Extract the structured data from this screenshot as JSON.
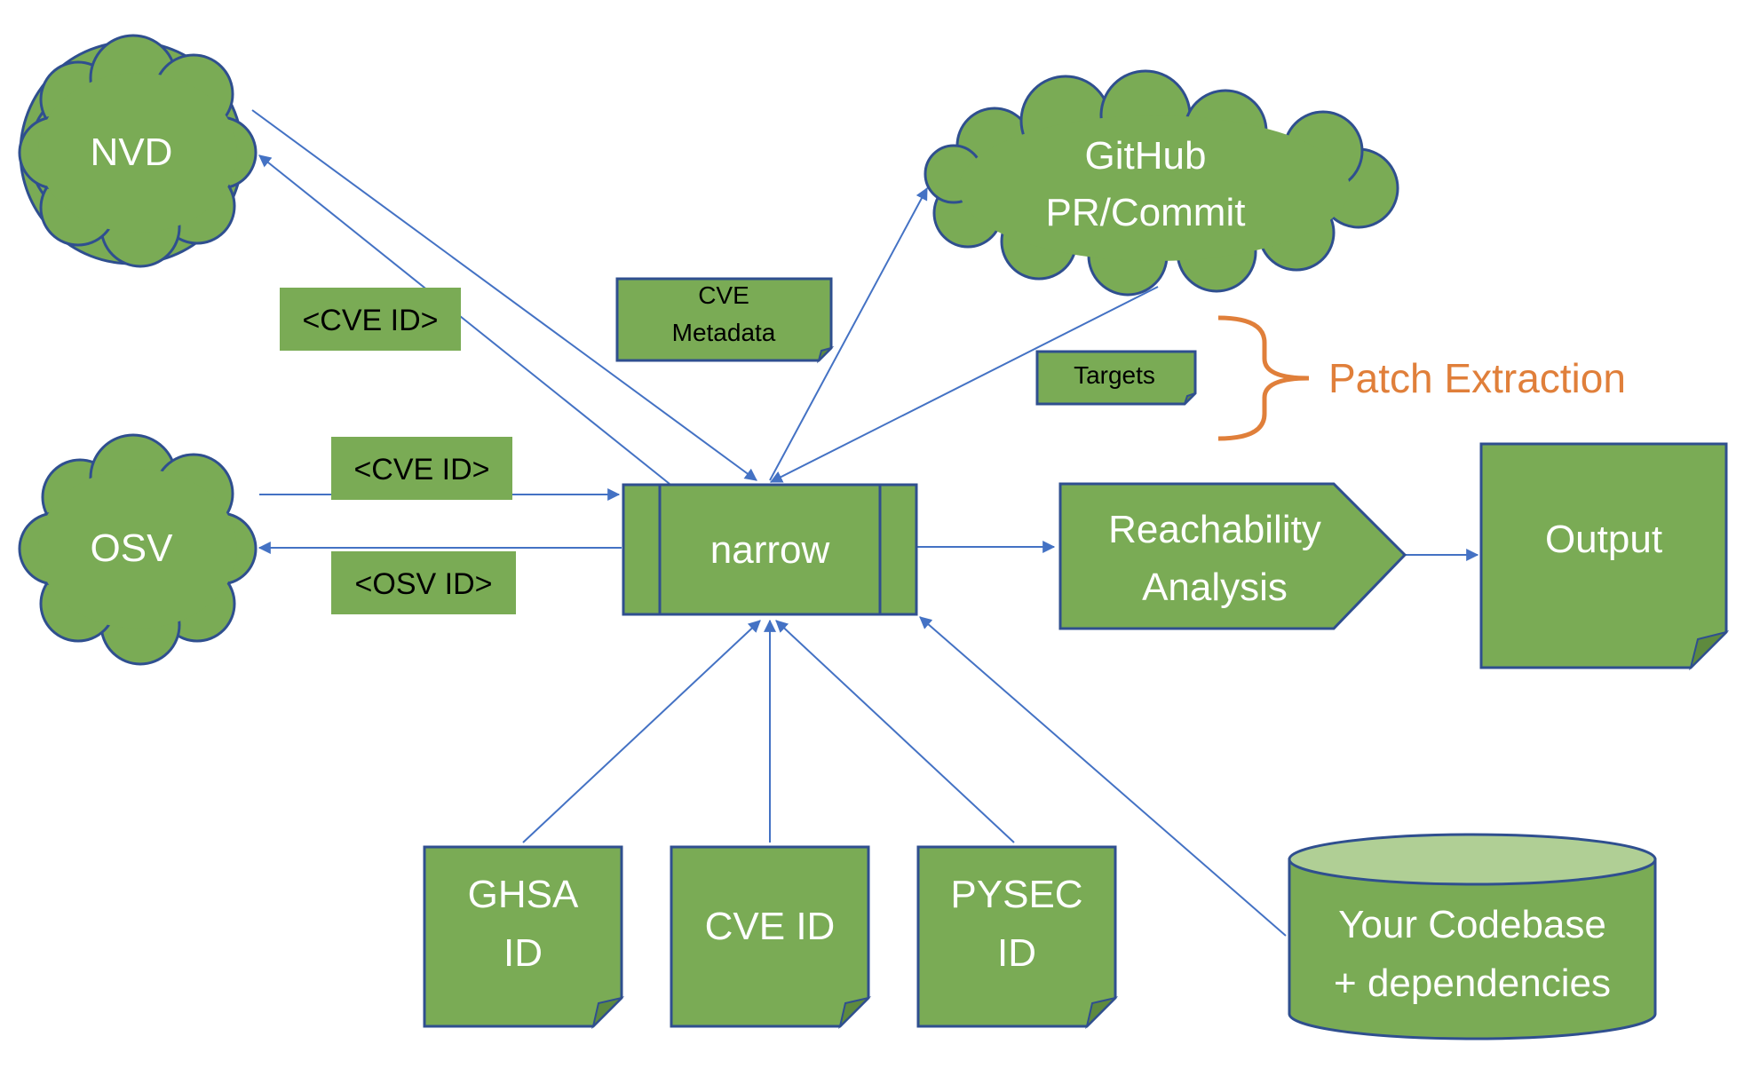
{
  "colors": {
    "fill_green": "#7aab55",
    "cylinder_top": "#b0cf95",
    "stroke_blue": "#2f4f8f",
    "arrow_blue": "#4472c4",
    "accent_orange": "#e07f3a"
  },
  "nodes": {
    "nvd": "NVD",
    "osv": "OSV",
    "github_line1": "GitHub",
    "github_line2": "PR/Commit",
    "narrow": "narrow",
    "reachability_line1": "Reachability",
    "reachability_line2": "Analysis",
    "output": "Output",
    "ghsa_line1": "GHSA",
    "ghsa_line2": "ID",
    "cve_id": "CVE ID",
    "pysec_line1": "PYSEC",
    "pysec_line2": "ID",
    "codebase_line1": "Your Codebase",
    "codebase_line2": "+ dependencies"
  },
  "labels": {
    "cve_id_nvd": "<CVE ID>",
    "cve_id_osv": "<CVE ID>",
    "osv_id": "<OSV ID>",
    "cve_metadata_line1": "CVE",
    "cve_metadata_line2": "Metadata",
    "targets": "Targets",
    "patch_extraction": "Patch Extraction"
  }
}
